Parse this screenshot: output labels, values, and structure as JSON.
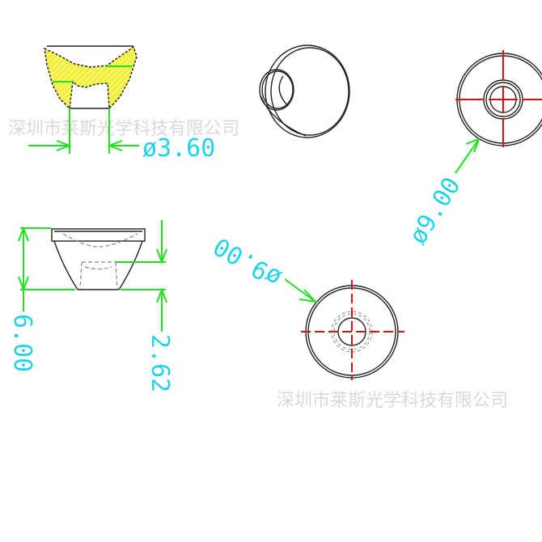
{
  "watermark": "深圳市莱斯光学科技有限公司",
  "dimensions": {
    "top_diameter": "ø3.60",
    "total_height": "6.00",
    "lower_height": "2.62",
    "outer_diameter_top_view": "ø9.00",
    "outer_diameter_bottom_view": "ø9.00"
  },
  "colors": {
    "dimension_line": "#22e022",
    "dimension_text": "#22d3e6",
    "center_line": "#e01010",
    "section_fill": "#f2ef3a",
    "outline": "#222222"
  }
}
